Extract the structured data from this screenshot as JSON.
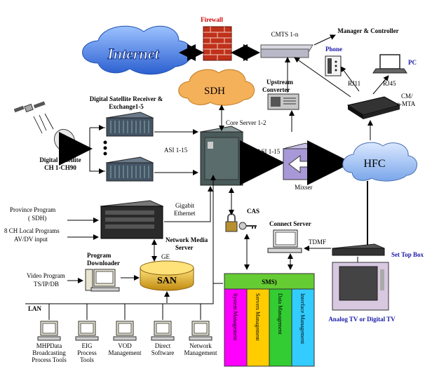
{
  "labels": {
    "internet": "Internet",
    "firewall": "Firewall",
    "cmts": "CMTS 1-n",
    "manager": "Manager & Controller",
    "phone": "Phone",
    "pc": "PC",
    "rj11": "RJ11",
    "rj45": "RJ45",
    "cm_line1": "CM/",
    "cm_line2": "e-MTA",
    "sdh": "SDH",
    "upstream_line1": "Upstream",
    "upstream_line2": "Converter",
    "dsr_line1": "Digital Satellite Receiver &",
    "dsr_line2": "Exchange1-5",
    "core_server": "Core Server 1-2",
    "asi_left": "ASI 1-15",
    "asi_right": "ASI 1-15",
    "mixser": "Mixser",
    "hfc": "HFC",
    "ds_line1": "Digital  Satellite",
    "ds_line2": "CH 1-CH90",
    "province_line1": "Province Program",
    "province_line2": "( SDH)",
    "local_line1": "8 CH Local Programs",
    "local_line2": "AV/DV input",
    "gigabit_line1": "Gigabit",
    "gigabit_line2": "Ethernet",
    "cas": "CAS",
    "connect_server": "Connect Server",
    "nms_line1": "Network Media",
    "nms_line2": "Server",
    "ge": "GE",
    "tdmf": "TDMF",
    "set_top_box": "Set Top Box",
    "downloader_line1": "Program",
    "downloader_line2": "Downloader",
    "video_line1": "Video Program",
    "video_line2": "TS/IP/DB",
    "san": "SAN",
    "sms": "SMS)",
    "analog_tv": "Analog TV or Digital TV",
    "lan": "LAN"
  },
  "sms_columns": [
    {
      "label": "System Management",
      "color": "#ff00ff"
    },
    {
      "label": "Servers Management",
      "color": "#ffcc00"
    },
    {
      "label": "Data Management",
      "color": "#33cc33"
    },
    {
      "label": "Interface Management",
      "color": "#33ccff"
    }
  ],
  "sms_header_color": "#66cc33",
  "lan_terminals": [
    {
      "line1": "MHPData",
      "line2": "Broadcasting",
      "line3": "Process Tools"
    },
    {
      "line1": "EIG",
      "line2": "Process",
      "line3": "Tools"
    },
    {
      "line1": "VOD",
      "line2": "Management",
      "line3": ""
    },
    {
      "line1": "Direct",
      "line2": "Software",
      "line3": ""
    },
    {
      "line1": "Network",
      "line2": "Management",
      "line3": ""
    }
  ],
  "colors": {
    "cloud_blue": "#3a6fd8",
    "sdh_cloud": "#f5b05a",
    "hfc_cloud": "#7aa6ea",
    "firewall": "#c0301a",
    "san": "#e0b020",
    "arrow_purple": "#6a5aa8",
    "label_blue": "#1a1aa8",
    "label_red": "#d00000"
  }
}
